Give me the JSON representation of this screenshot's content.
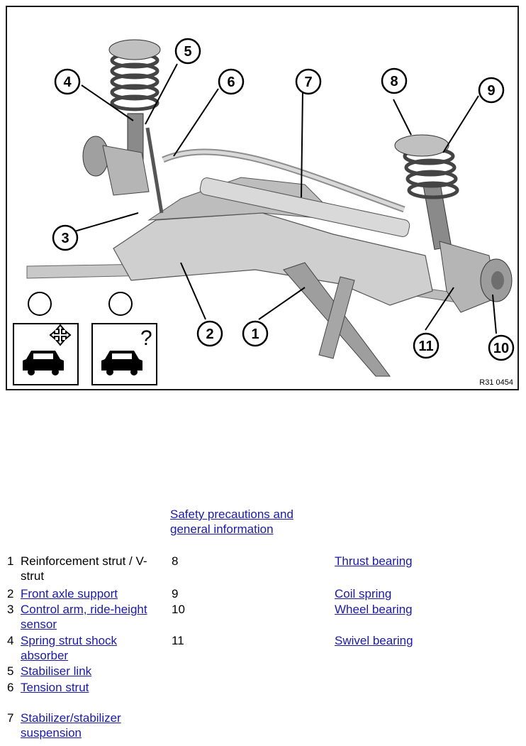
{
  "figure": {
    "callouts": [
      {
        "n": "1"
      },
      {
        "n": "2"
      },
      {
        "n": "3"
      },
      {
        "n": "4"
      },
      {
        "n": "5"
      },
      {
        "n": "6"
      },
      {
        "n": "7"
      },
      {
        "n": "8"
      },
      {
        "n": "9"
      },
      {
        "n": "10"
      },
      {
        "n": "11"
      }
    ],
    "code": "R31 0454",
    "icons": [
      "car-move-arrows-icon",
      "car-question-icon"
    ]
  },
  "safety_link": "Safety precautions and general information",
  "parts_left": [
    {
      "num": "1",
      "label": "Reinforcement strut / V-strut",
      "link": false
    },
    {
      "num": "2",
      "label": "Front axle support",
      "link": true
    },
    {
      "num": "3",
      "label": "Control arm, ride-height sensor",
      "link": true
    },
    {
      "num": "4",
      "label": "Spring strut shock absorber",
      "link": true
    },
    {
      "num": "5",
      "label": "Stabiliser link",
      "link": true
    },
    {
      "num": "6",
      "label": "Tension strut",
      "link": true
    },
    {
      "num": "7",
      "label": "Stabilizer/stabilizer suspension",
      "link": true
    }
  ],
  "parts_right": [
    {
      "num": "8",
      "label": "Thrust bearing"
    },
    {
      "num": "9",
      "label": "Coil spring"
    },
    {
      "num": "10",
      "label": "Wheel bearing"
    },
    {
      "num": "11",
      "label": "Swivel bearing"
    }
  ]
}
